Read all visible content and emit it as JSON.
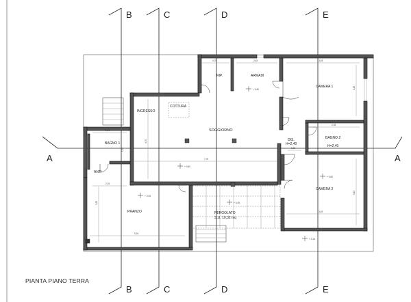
{
  "drawing": {
    "title": "PIANTA PIANO TERRA",
    "axes": {
      "vertical": [
        {
          "top": "B",
          "bottom": "B"
        },
        {
          "top": "C",
          "bottom": "C"
        },
        {
          "top": "D",
          "bottom": "D"
        },
        {
          "top": "E",
          "bottom": "E"
        }
      ],
      "horizontal": [
        {
          "left": "A",
          "right": "A"
        }
      ]
    },
    "rooms": {
      "rip": "RIP.",
      "armadi": "ARMADI",
      "camera1": "CAMERA 1",
      "ingresso": "INGRESSO",
      "cottura": "COTTURA",
      "soggiorno": "SOGGIORNO",
      "bagno1": "BAGNO 1",
      "anti": "ANTI",
      "dis": "DIS.",
      "dis_h": "H=2,40",
      "bagno2": "BAGNO 2",
      "bagno2_h": "H=2,40",
      "camera2": "CAMERA 2",
      "pranzo": "PRANZO",
      "pergolato": "PERGOLATO",
      "pergolato_su": "S.U. 10,32 mq"
    },
    "levels": {
      "armadi": "+ 0,60",
      "soggiorno": "+ 0,60",
      "camera2": "+ 0,60",
      "pranzo": "+ 0,45",
      "pergolato": "+ 0,45",
      "outside": "+ 0,15"
    },
    "dimensions": {
      "rip_w": "0,75",
      "armadi_w": "2,45",
      "camera1_w": "3,45",
      "camera1_h": "3,15",
      "soggiorno_w": "7,75",
      "soggiorno_h": "4,70",
      "bagno1_w": "2,15",
      "bagno1_h": "1,25",
      "anti_w": "2,15",
      "bagno2_w": "2,35",
      "camera2_w": "3,45",
      "camera2_h": "3,15",
      "pranzo_w": "5,15",
      "pranzo_h": "3,25",
      "dis_w": "1,20"
    },
    "colors": {
      "ink": "#111111",
      "wall_fill": "#555555",
      "paper": "#ffffff"
    }
  }
}
